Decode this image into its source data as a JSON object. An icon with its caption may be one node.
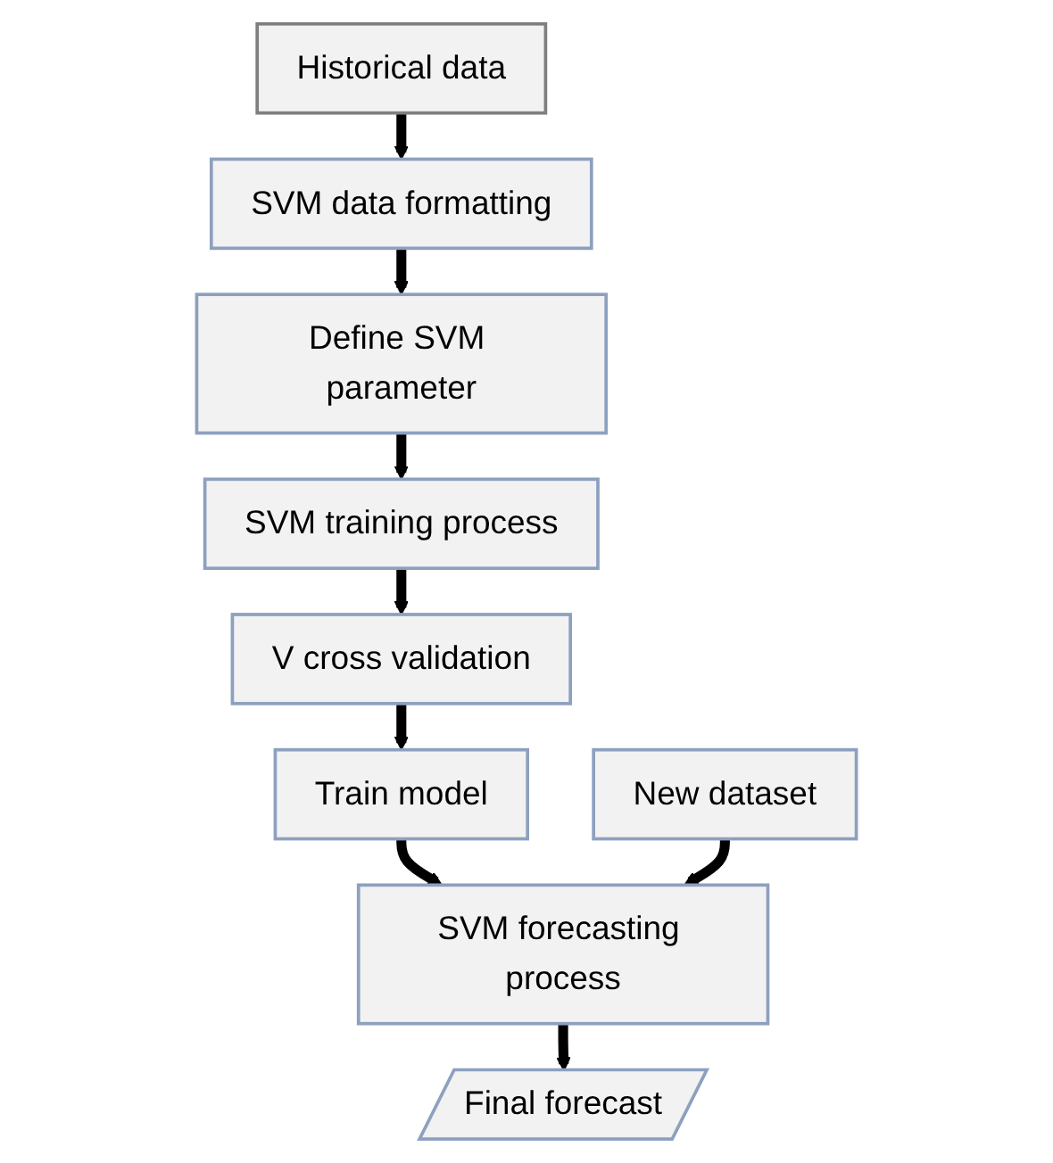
{
  "diagram": {
    "nodes": [
      {
        "text": [
          "Historical data"
        ]
      },
      {
        "text": [
          "SVM data formatting"
        ]
      },
      {
        "text": [
          "Define SVM parameter"
        ]
      },
      {
        "text": [
          "SVM training process"
        ]
      },
      {
        "text": [
          "V cross validation"
        ]
      },
      {
        "text": [
          "Train model"
        ]
      },
      {
        "text": [
          "New dataset"
        ]
      },
      {
        "text": [
          "SVM forecasting process"
        ]
      },
      {
        "text": [
          "Final forecast"
        ]
      }
    ],
    "edges": [
      {
        "from": 0,
        "to": 1,
        "arrow": "to"
      },
      {
        "from": 1,
        "to": 2,
        "arrow": "to"
      },
      {
        "from": 2,
        "to": 3,
        "arrow": "to"
      },
      {
        "from": 3,
        "to": 4,
        "arrow": "to"
      },
      {
        "from": 4,
        "to": 5,
        "arrow": "to"
      },
      {
        "from": 5,
        "to": 7,
        "arrow": "to"
      },
      {
        "from": 6,
        "to": 7,
        "arrow": "to"
      },
      {
        "from": 7,
        "to": 8,
        "arrow": "to"
      }
    ]
  }
}
